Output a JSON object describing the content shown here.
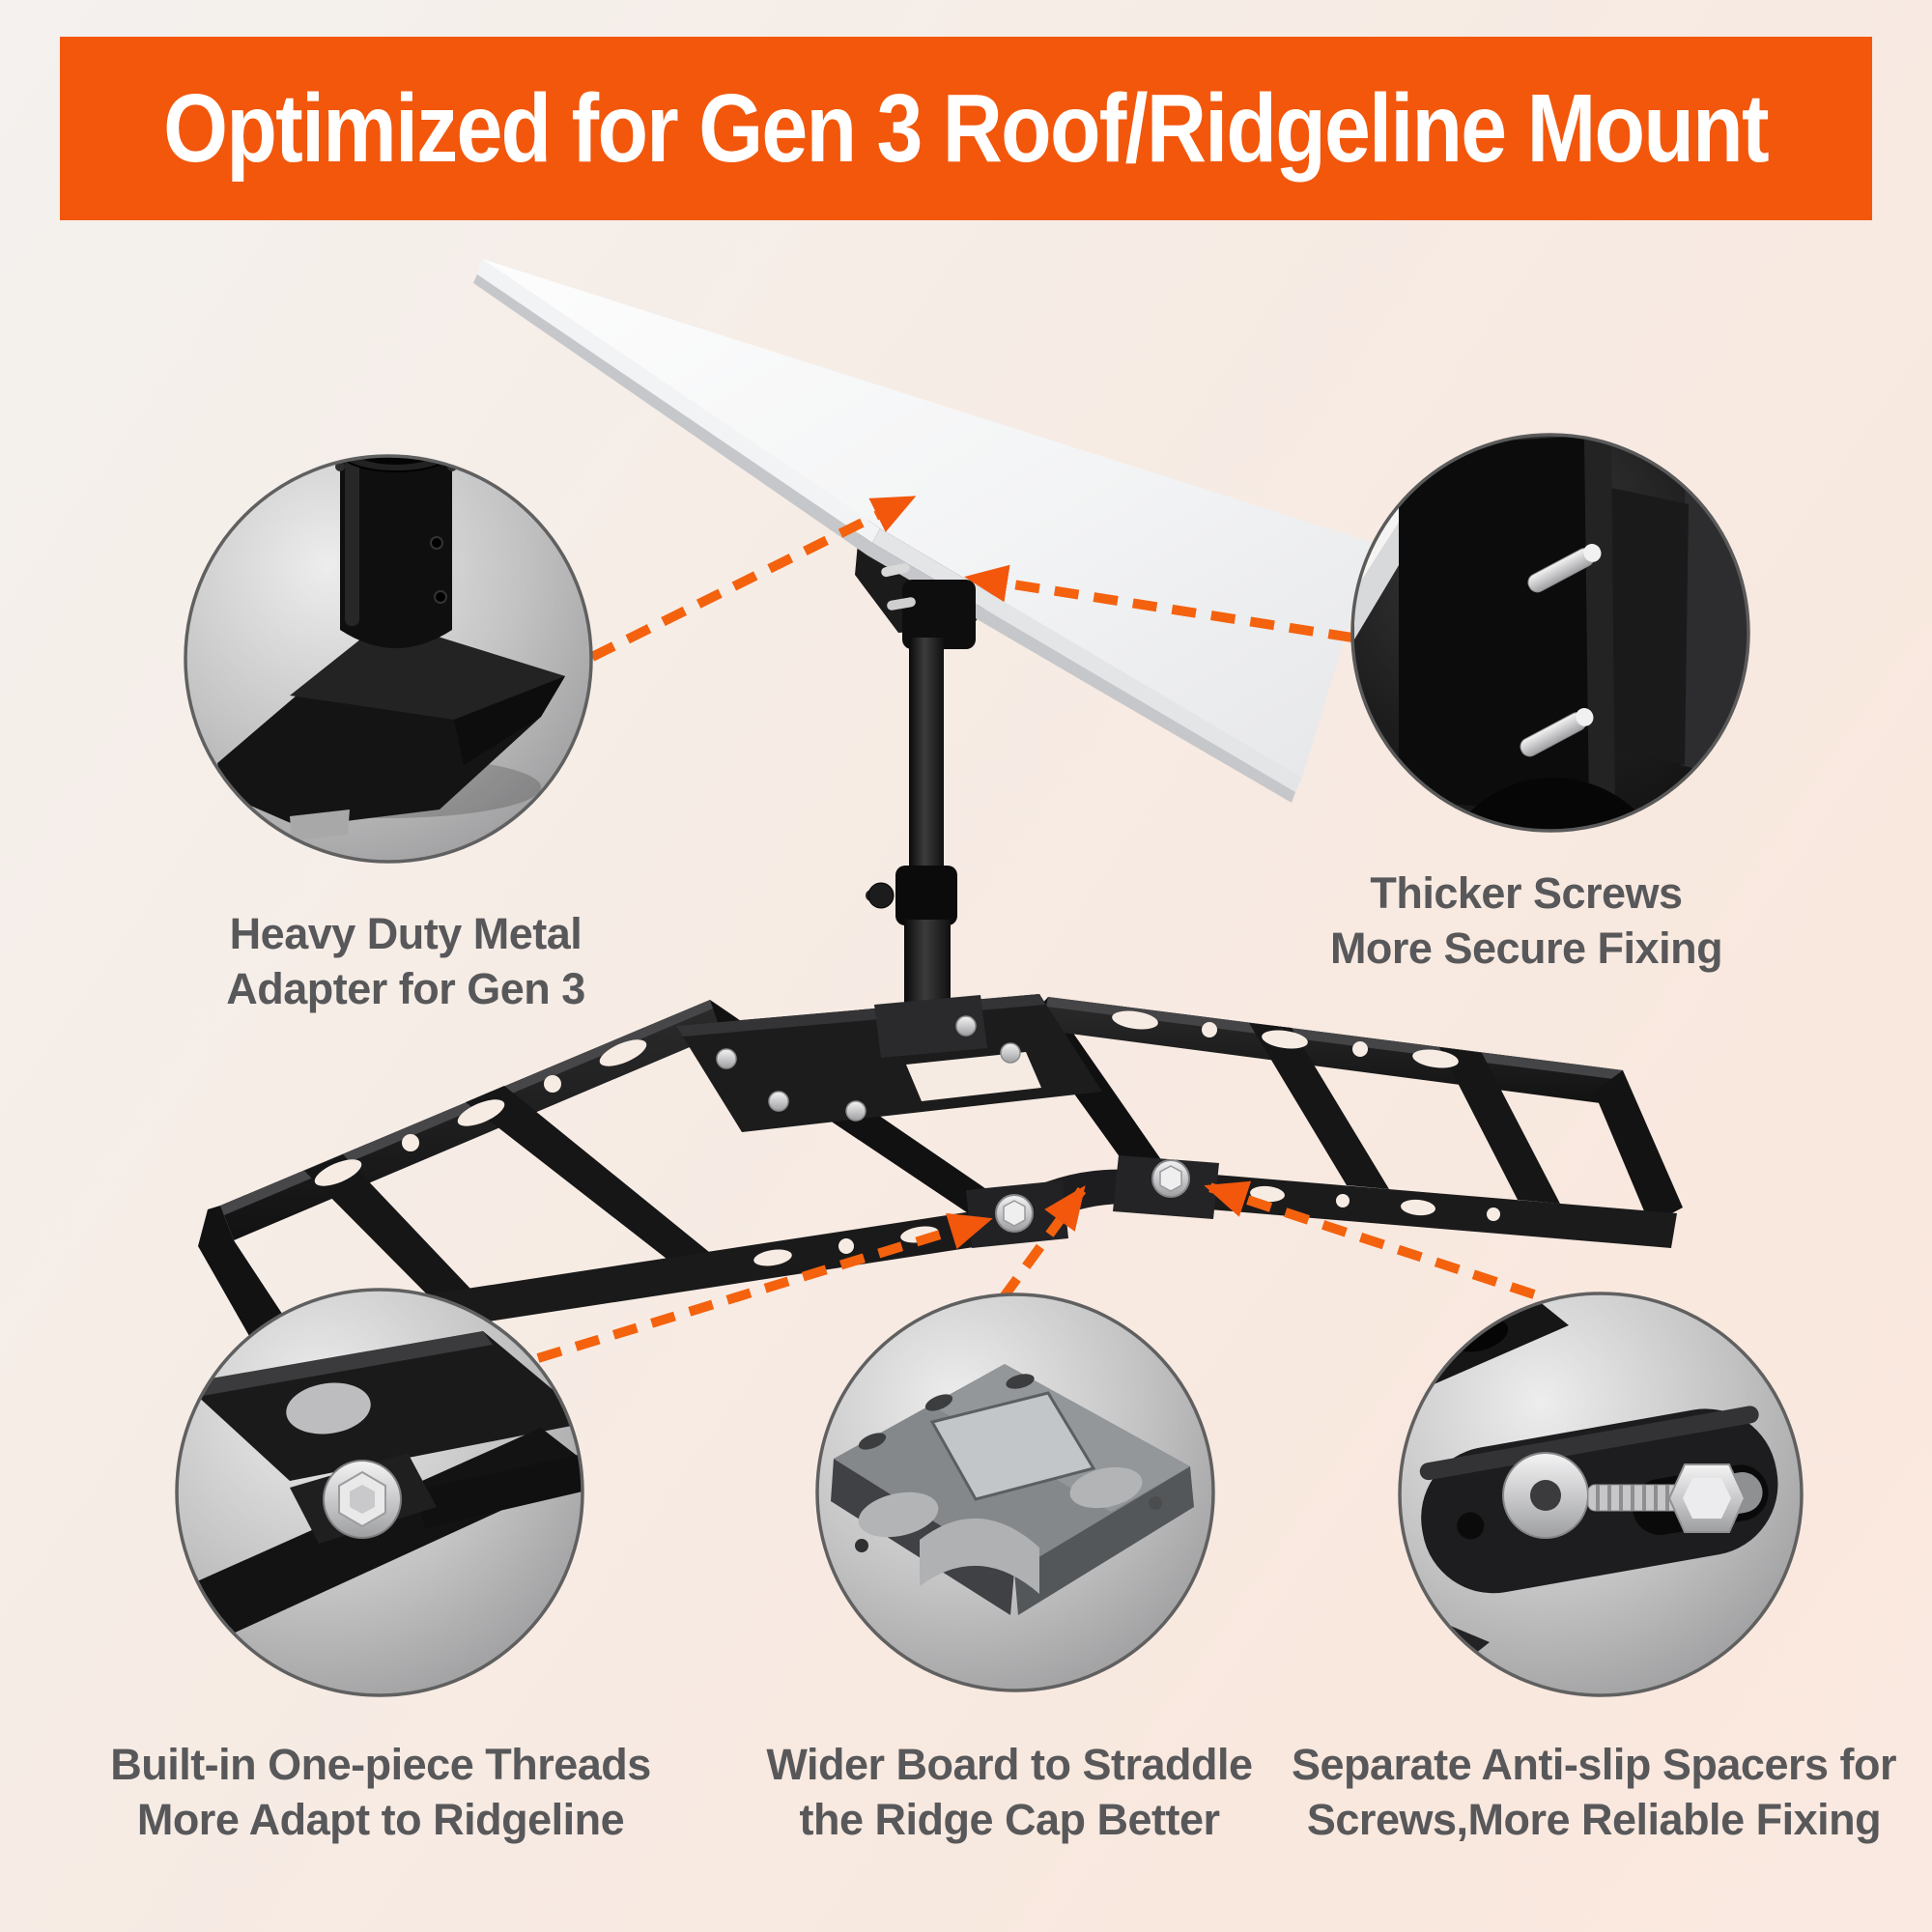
{
  "banner": {
    "title": "Optimized for Gen 3 Roof/Ridgeline Mount"
  },
  "callouts": {
    "adapter": {
      "line1": "Heavy Duty Metal",
      "line2": "Adapter for Gen 3"
    },
    "screws": {
      "line1": "Thicker Screws",
      "line2": "More Secure Fixing"
    },
    "threads": {
      "line1": "Built-in One-piece Threads",
      "line2": "More Adapt to Ridgeline"
    },
    "board": {
      "line1": "Wider Board to Straddle",
      "line2": "the Ridge Cap Better"
    },
    "spacers": {
      "line1": "Separate Anti-slip Spacers  for",
      "line2": "Screws,More Reliable Fixing"
    }
  },
  "colors": {
    "banner_background": "#F2570C",
    "banner_text": "#FFFFFF",
    "arrow_orange": "#F4620E",
    "caption_gray": "#58585A",
    "background_top_left": "#F4F1EE",
    "background_bottom_right": "#F9E8DE",
    "dish_white": "#F6F7F8",
    "metal_black": "#161616",
    "hardware_silver": "#D9D9DB"
  }
}
